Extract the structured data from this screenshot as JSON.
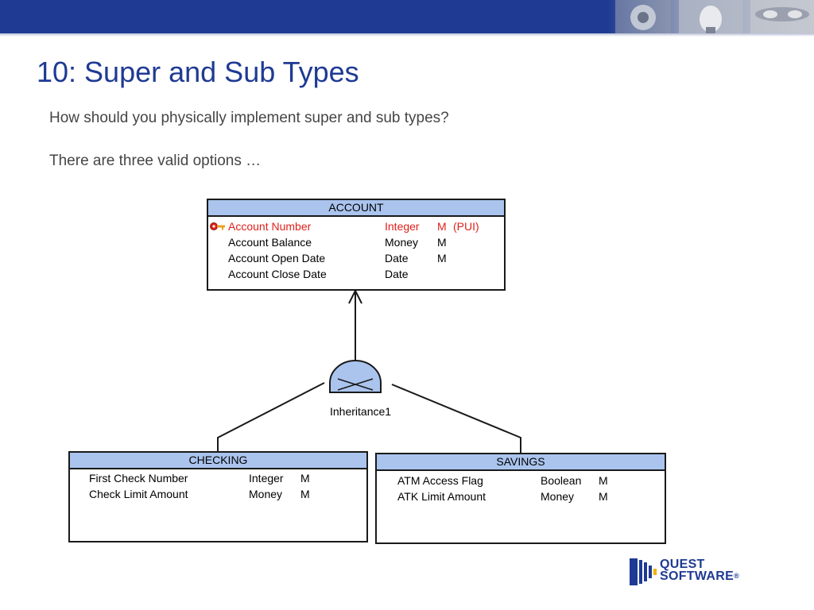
{
  "slide": {
    "title": "10: Super and Sub Types",
    "line1": "How should you physically implement super and sub types?",
    "line2": "There are three valid options …"
  },
  "diagram": {
    "account": {
      "name": "ACCOUNT",
      "rows": [
        {
          "attr": "Account Number",
          "type": "Integer",
          "opt": "M",
          "extra": "(PUI)"
        },
        {
          "attr": "Account Balance",
          "type": "Money",
          "opt": "M",
          "extra": ""
        },
        {
          "attr": "Account Open Date",
          "type": "Date",
          "opt": "M",
          "extra": ""
        },
        {
          "attr": "Account Close Date",
          "type": "Date",
          "opt": "",
          "extra": ""
        }
      ]
    },
    "checking": {
      "name": "CHECKING",
      "rows": [
        {
          "attr": "First Check Number",
          "type": "Integer",
          "opt": "M"
        },
        {
          "attr": "Check Limit Amount",
          "type": "Money",
          "opt": "M"
        }
      ]
    },
    "savings": {
      "name": "SAVINGS",
      "rows": [
        {
          "attr": "ATM Access Flag",
          "type": "Boolean",
          "opt": "M"
        },
        {
          "attr": "ATK Limit Amount",
          "type": "Money",
          "opt": "M"
        }
      ]
    },
    "inheritance_label": "Inheritance1"
  },
  "logo": {
    "line1": "QUEST",
    "line2": "SOFTWARE",
    "mark": "®"
  },
  "colors": {
    "brand_blue": "#1f3a93",
    "entity_header": "#aac4ee",
    "primary_key": "#e0201b"
  }
}
